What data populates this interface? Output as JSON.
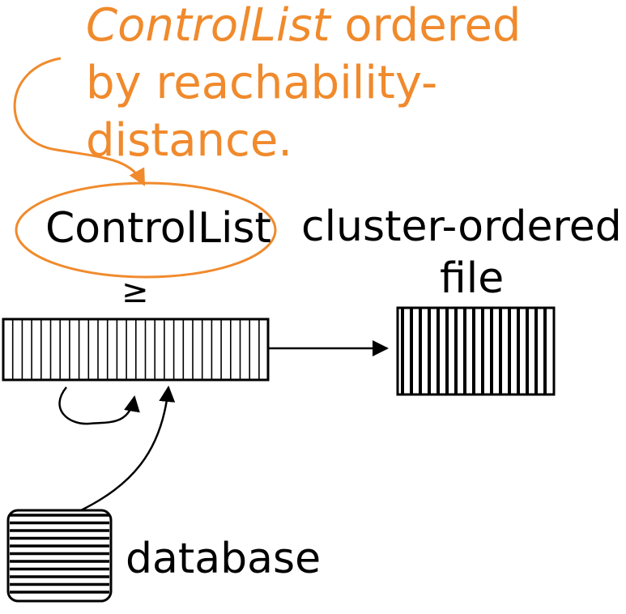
{
  "annotation": {
    "line1_italic": "ControlList",
    "line1_rest": " ordered",
    "line2": "by reachability-",
    "line3": "distance."
  },
  "controllist_label": "ControlList",
  "ge_symbol": "≥",
  "output": {
    "label_line1": "cluster-ordered",
    "label_line2": "file"
  },
  "database_label": "database",
  "colors": {
    "annotation": "#f08a2c",
    "ink": "#000000",
    "background": "#ffffff"
  }
}
